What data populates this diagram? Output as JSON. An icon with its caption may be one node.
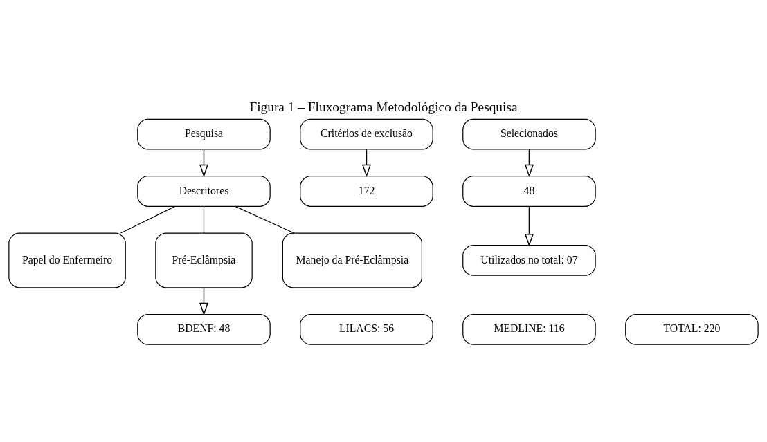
{
  "diagram": {
    "title": "Figura 1 – Fluxograma Metodológico da Pesquisa",
    "nodes": [
      {
        "text": [
          "Pesquisa"
        ]
      },
      {
        "text": [
          "Descritores"
        ]
      },
      {
        "text": [
          "Papel do Enfermeiro"
        ]
      },
      {
        "text": [
          "Pré-Eclâmpsia"
        ]
      },
      {
        "text": [
          "Manejo da Pré-Eclâmpsia"
        ]
      },
      {
        "text": [
          "BDENF: 48"
        ]
      },
      {
        "text": [
          "LILACS: 56"
        ]
      },
      {
        "text": [
          "MEDLINE: 116"
        ]
      },
      {
        "text": [
          "TOTAL: 220"
        ]
      },
      {
        "text": [
          "Critérios de exclusão"
        ]
      },
      {
        "text": [
          "172"
        ]
      },
      {
        "text": [
          "Selecionados"
        ]
      },
      {
        "text": [
          "48"
        ]
      },
      {
        "text": [
          "Utilizados no total: 07"
        ]
      }
    ],
    "edges": [
      {
        "from": 0,
        "to": 1,
        "arrow": "to"
      },
      {
        "from": 1,
        "to": 2,
        "arrow": "none"
      },
      {
        "from": 1,
        "to": 3,
        "arrow": "none"
      },
      {
        "from": 1,
        "to": 4,
        "arrow": "none"
      },
      {
        "from": 3,
        "to": 5,
        "arrow": "to"
      },
      {
        "from": 9,
        "to": 10,
        "arrow": "to"
      },
      {
        "from": 11,
        "to": 12,
        "arrow": "to"
      },
      {
        "from": 12,
        "to": 13,
        "arrow": "to"
      }
    ]
  }
}
